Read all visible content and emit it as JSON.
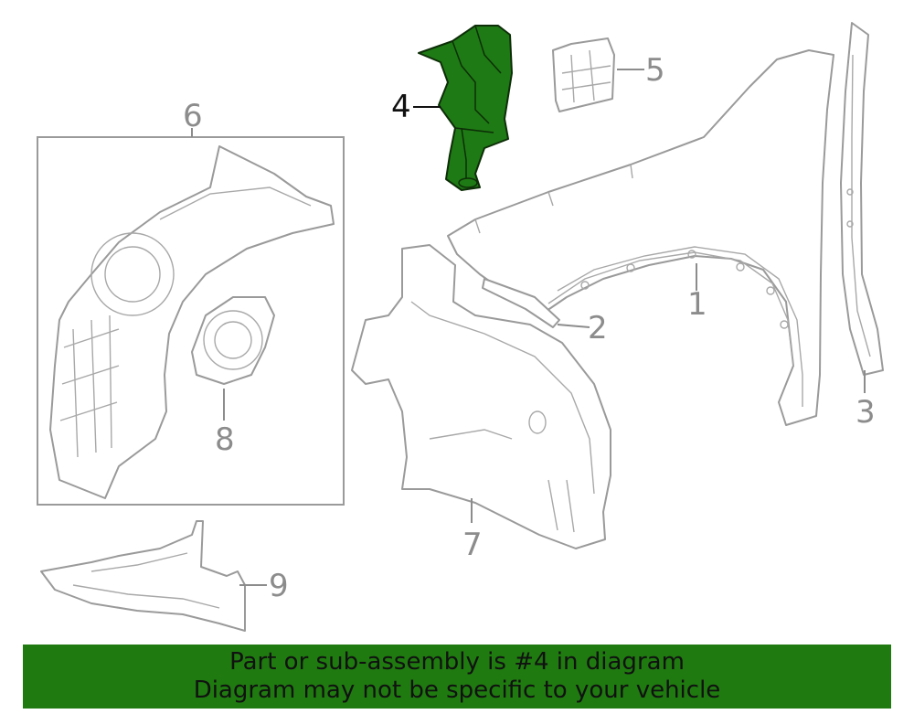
{
  "diagram": {
    "highlighted_part": "4",
    "highlight_color": "#1e7a14",
    "callouts": [
      {
        "id": "1",
        "label": "1"
      },
      {
        "id": "2",
        "label": "2"
      },
      {
        "id": "3",
        "label": "3"
      },
      {
        "id": "4",
        "label": "4"
      },
      {
        "id": "5",
        "label": "5"
      },
      {
        "id": "6",
        "label": "6"
      },
      {
        "id": "7",
        "label": "7"
      },
      {
        "id": "8",
        "label": "8"
      },
      {
        "id": "9",
        "label": "9"
      }
    ]
  },
  "footer": {
    "line1": "Part or sub-assembly is #4 in diagram",
    "line2": "Diagram may not be specific to your vehicle",
    "background": "#1f7a10"
  }
}
